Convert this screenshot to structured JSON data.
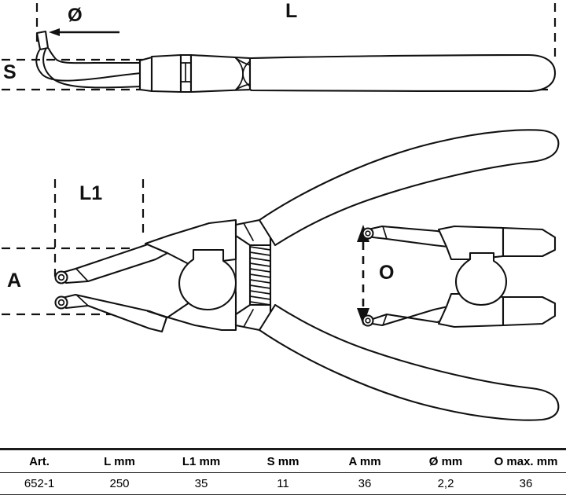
{
  "sheet": {
    "title": "Circlip pliers technical drawing with dimension table",
    "line_color": "#111111",
    "background_color": "#ffffff"
  },
  "drawing": {
    "views": [
      {
        "name": "side-view",
        "description": "Side elevation of bent-tip circlip pliers showing overall length L, tip offset S and tip diameter"
      },
      {
        "name": "top-view",
        "description": "Plan view of circlip pliers showing jaw length L1, jaw span A and maximum opening O"
      }
    ],
    "dimension_labels": {
      "length": "L",
      "diameter": "Ø",
      "offset": "S",
      "jaw_length": "L1",
      "jaw_span": "A",
      "opening": "O"
    }
  },
  "spec_table": {
    "headers": [
      "Art.",
      "L  mm",
      "L1  mm",
      "S  mm",
      "A  mm",
      "Ø  mm",
      "O  max. mm"
    ],
    "rows": [
      [
        "652-1",
        "250",
        "35",
        "11",
        "36",
        "2,2",
        "36"
      ]
    ]
  }
}
